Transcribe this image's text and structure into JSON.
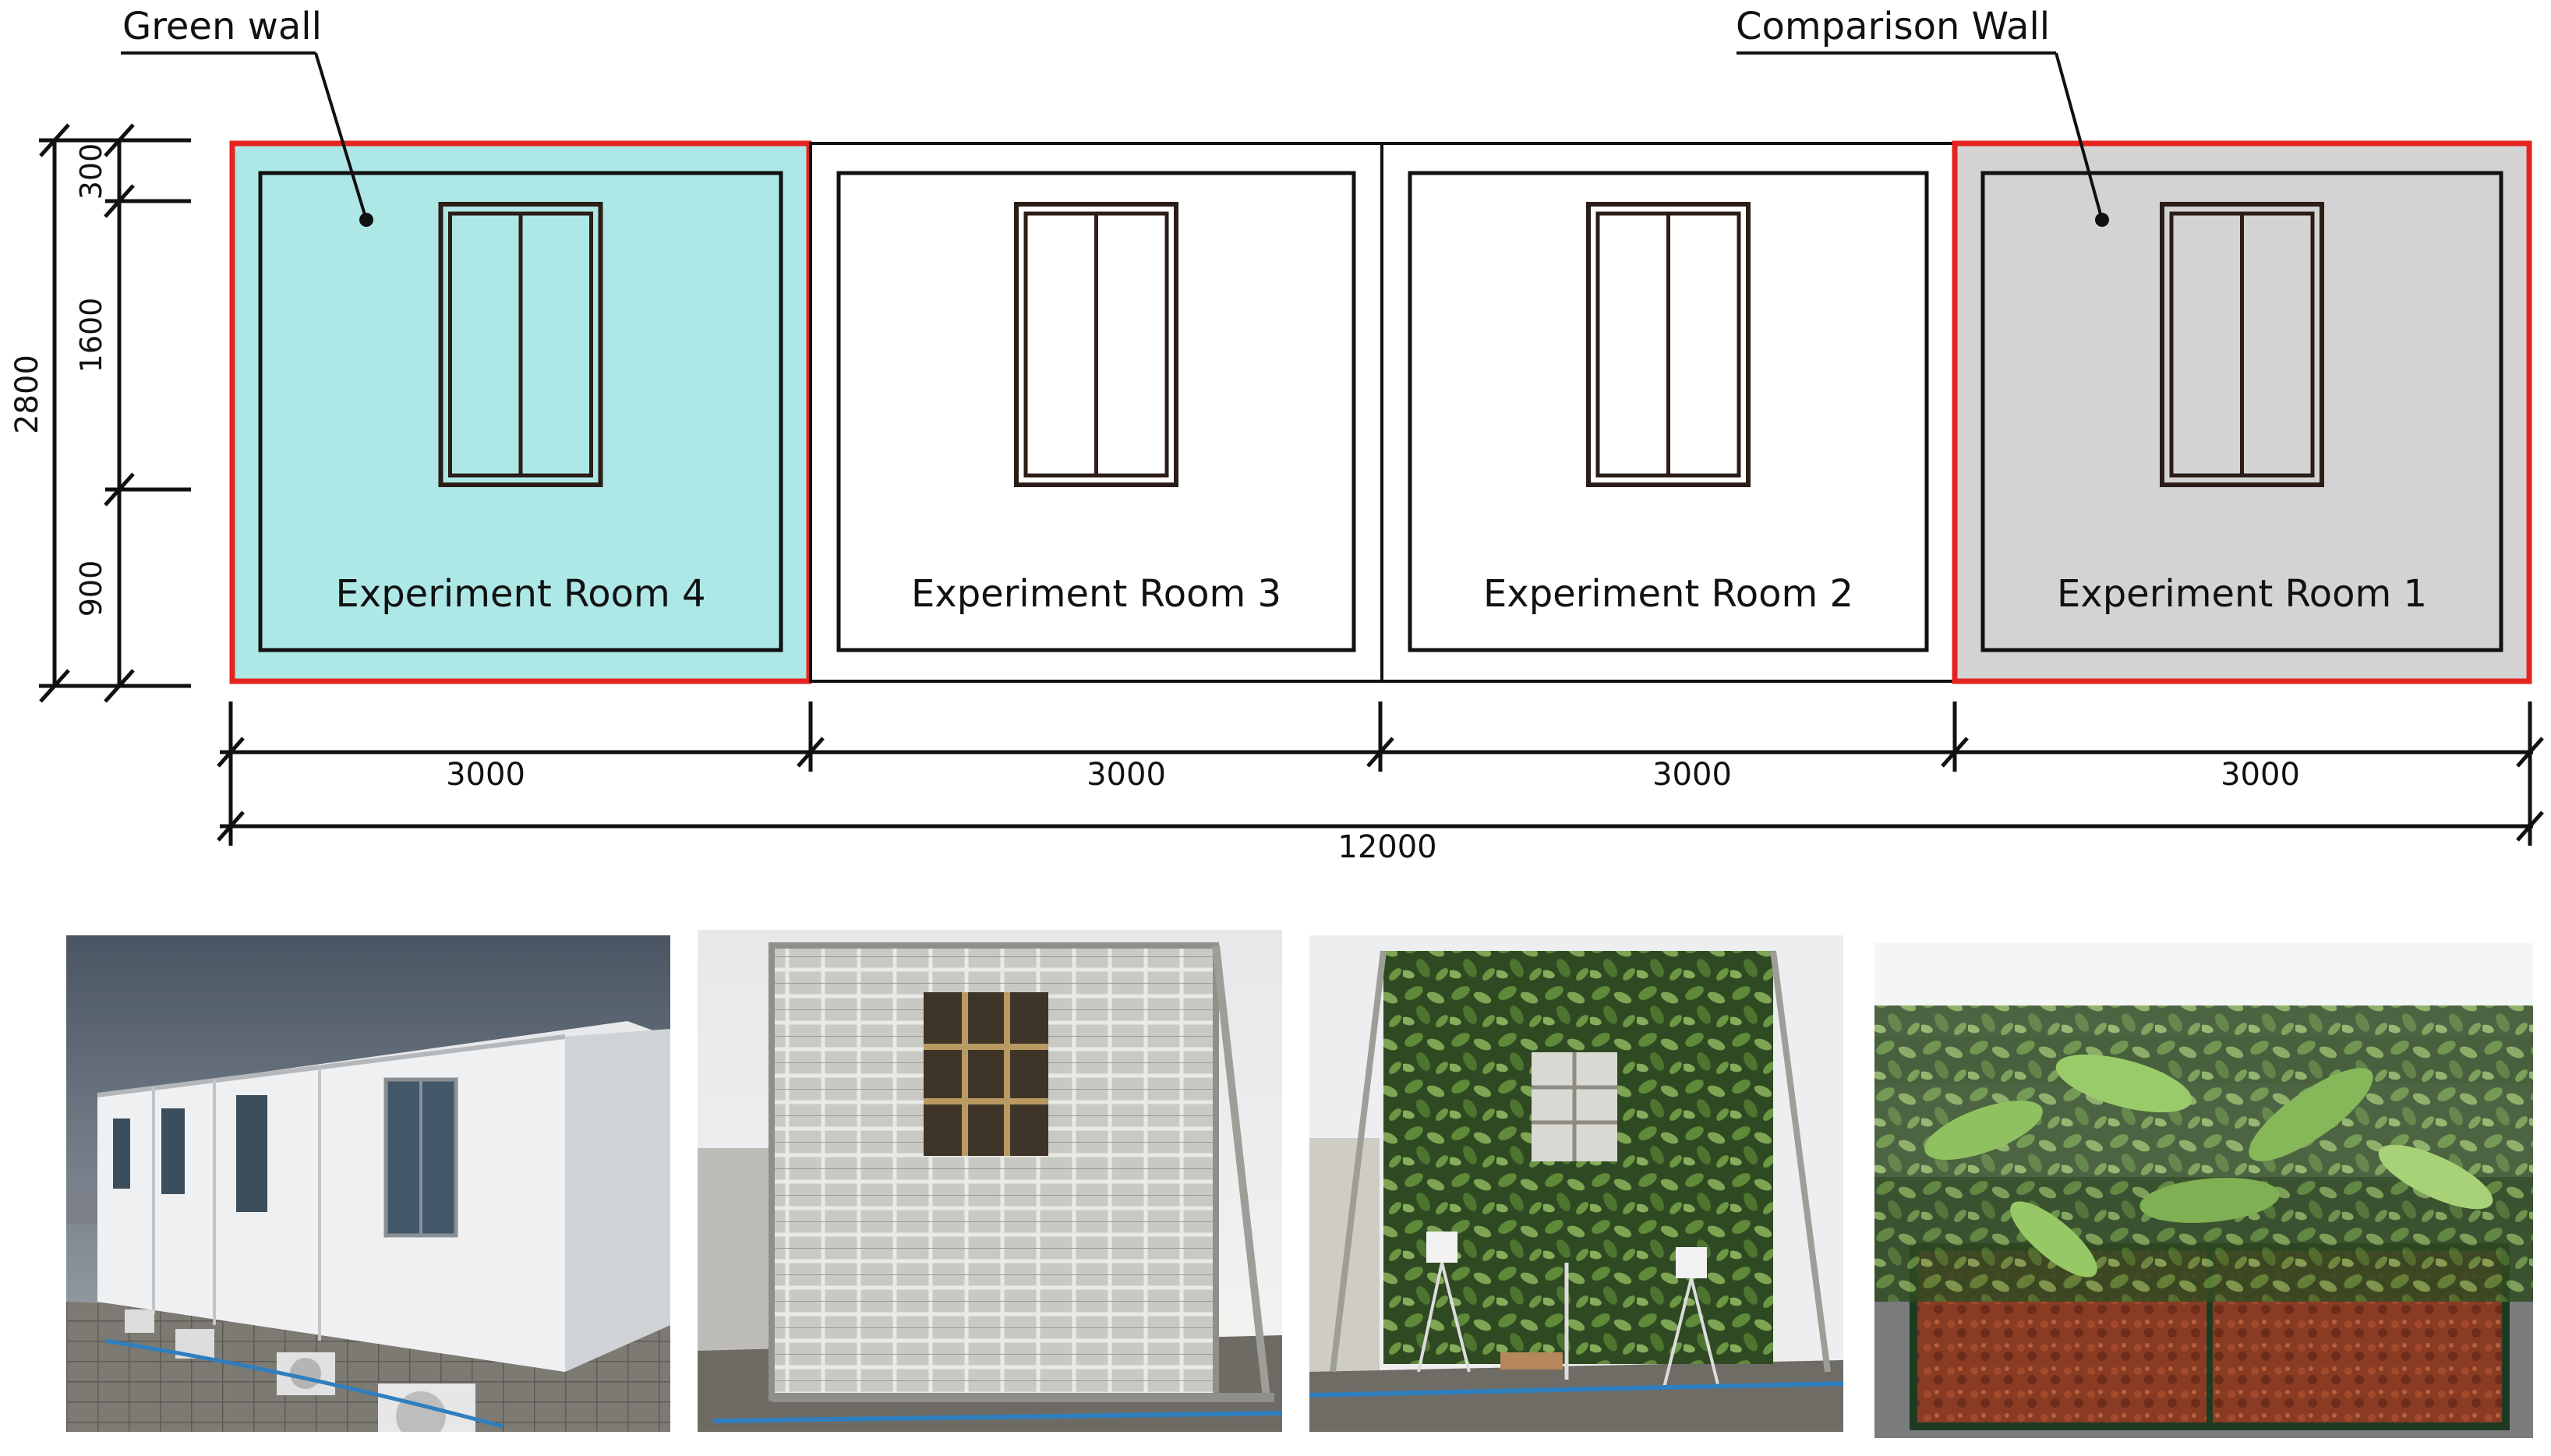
{
  "labels": {
    "green_wall": "Green wall",
    "comparison_wall": "Comparison Wall"
  },
  "rooms": [
    {
      "label": "Experiment Room 4",
      "fill": "#ade8e6",
      "highlight": true
    },
    {
      "label": "Experiment Room 3",
      "fill": "#ffffff",
      "highlight": false
    },
    {
      "label": "Experiment Room 2",
      "fill": "#ffffff",
      "highlight": false
    },
    {
      "label": "Experiment Room 1",
      "fill": "#d3d3d3",
      "highlight": true
    }
  ],
  "dimensions": {
    "vertical_total": "2800",
    "vertical_segments": [
      "300",
      "1600",
      "900"
    ],
    "horizontal_segments": [
      "3000",
      "3000",
      "3000",
      "3000"
    ],
    "horizontal_total": "12000"
  },
  "photos": [
    {
      "subject": "container-rooms"
    },
    {
      "subject": "wall-frame-without-plants"
    },
    {
      "subject": "green-wall-with-sensors"
    },
    {
      "subject": "planter-closeup"
    }
  ],
  "colors": {
    "highlight_border": "#e52421",
    "line": "#111111",
    "window": "#2b1d17",
    "green_wall_fill": "#ade8e6",
    "comparison_fill": "#d3d3d3"
  }
}
